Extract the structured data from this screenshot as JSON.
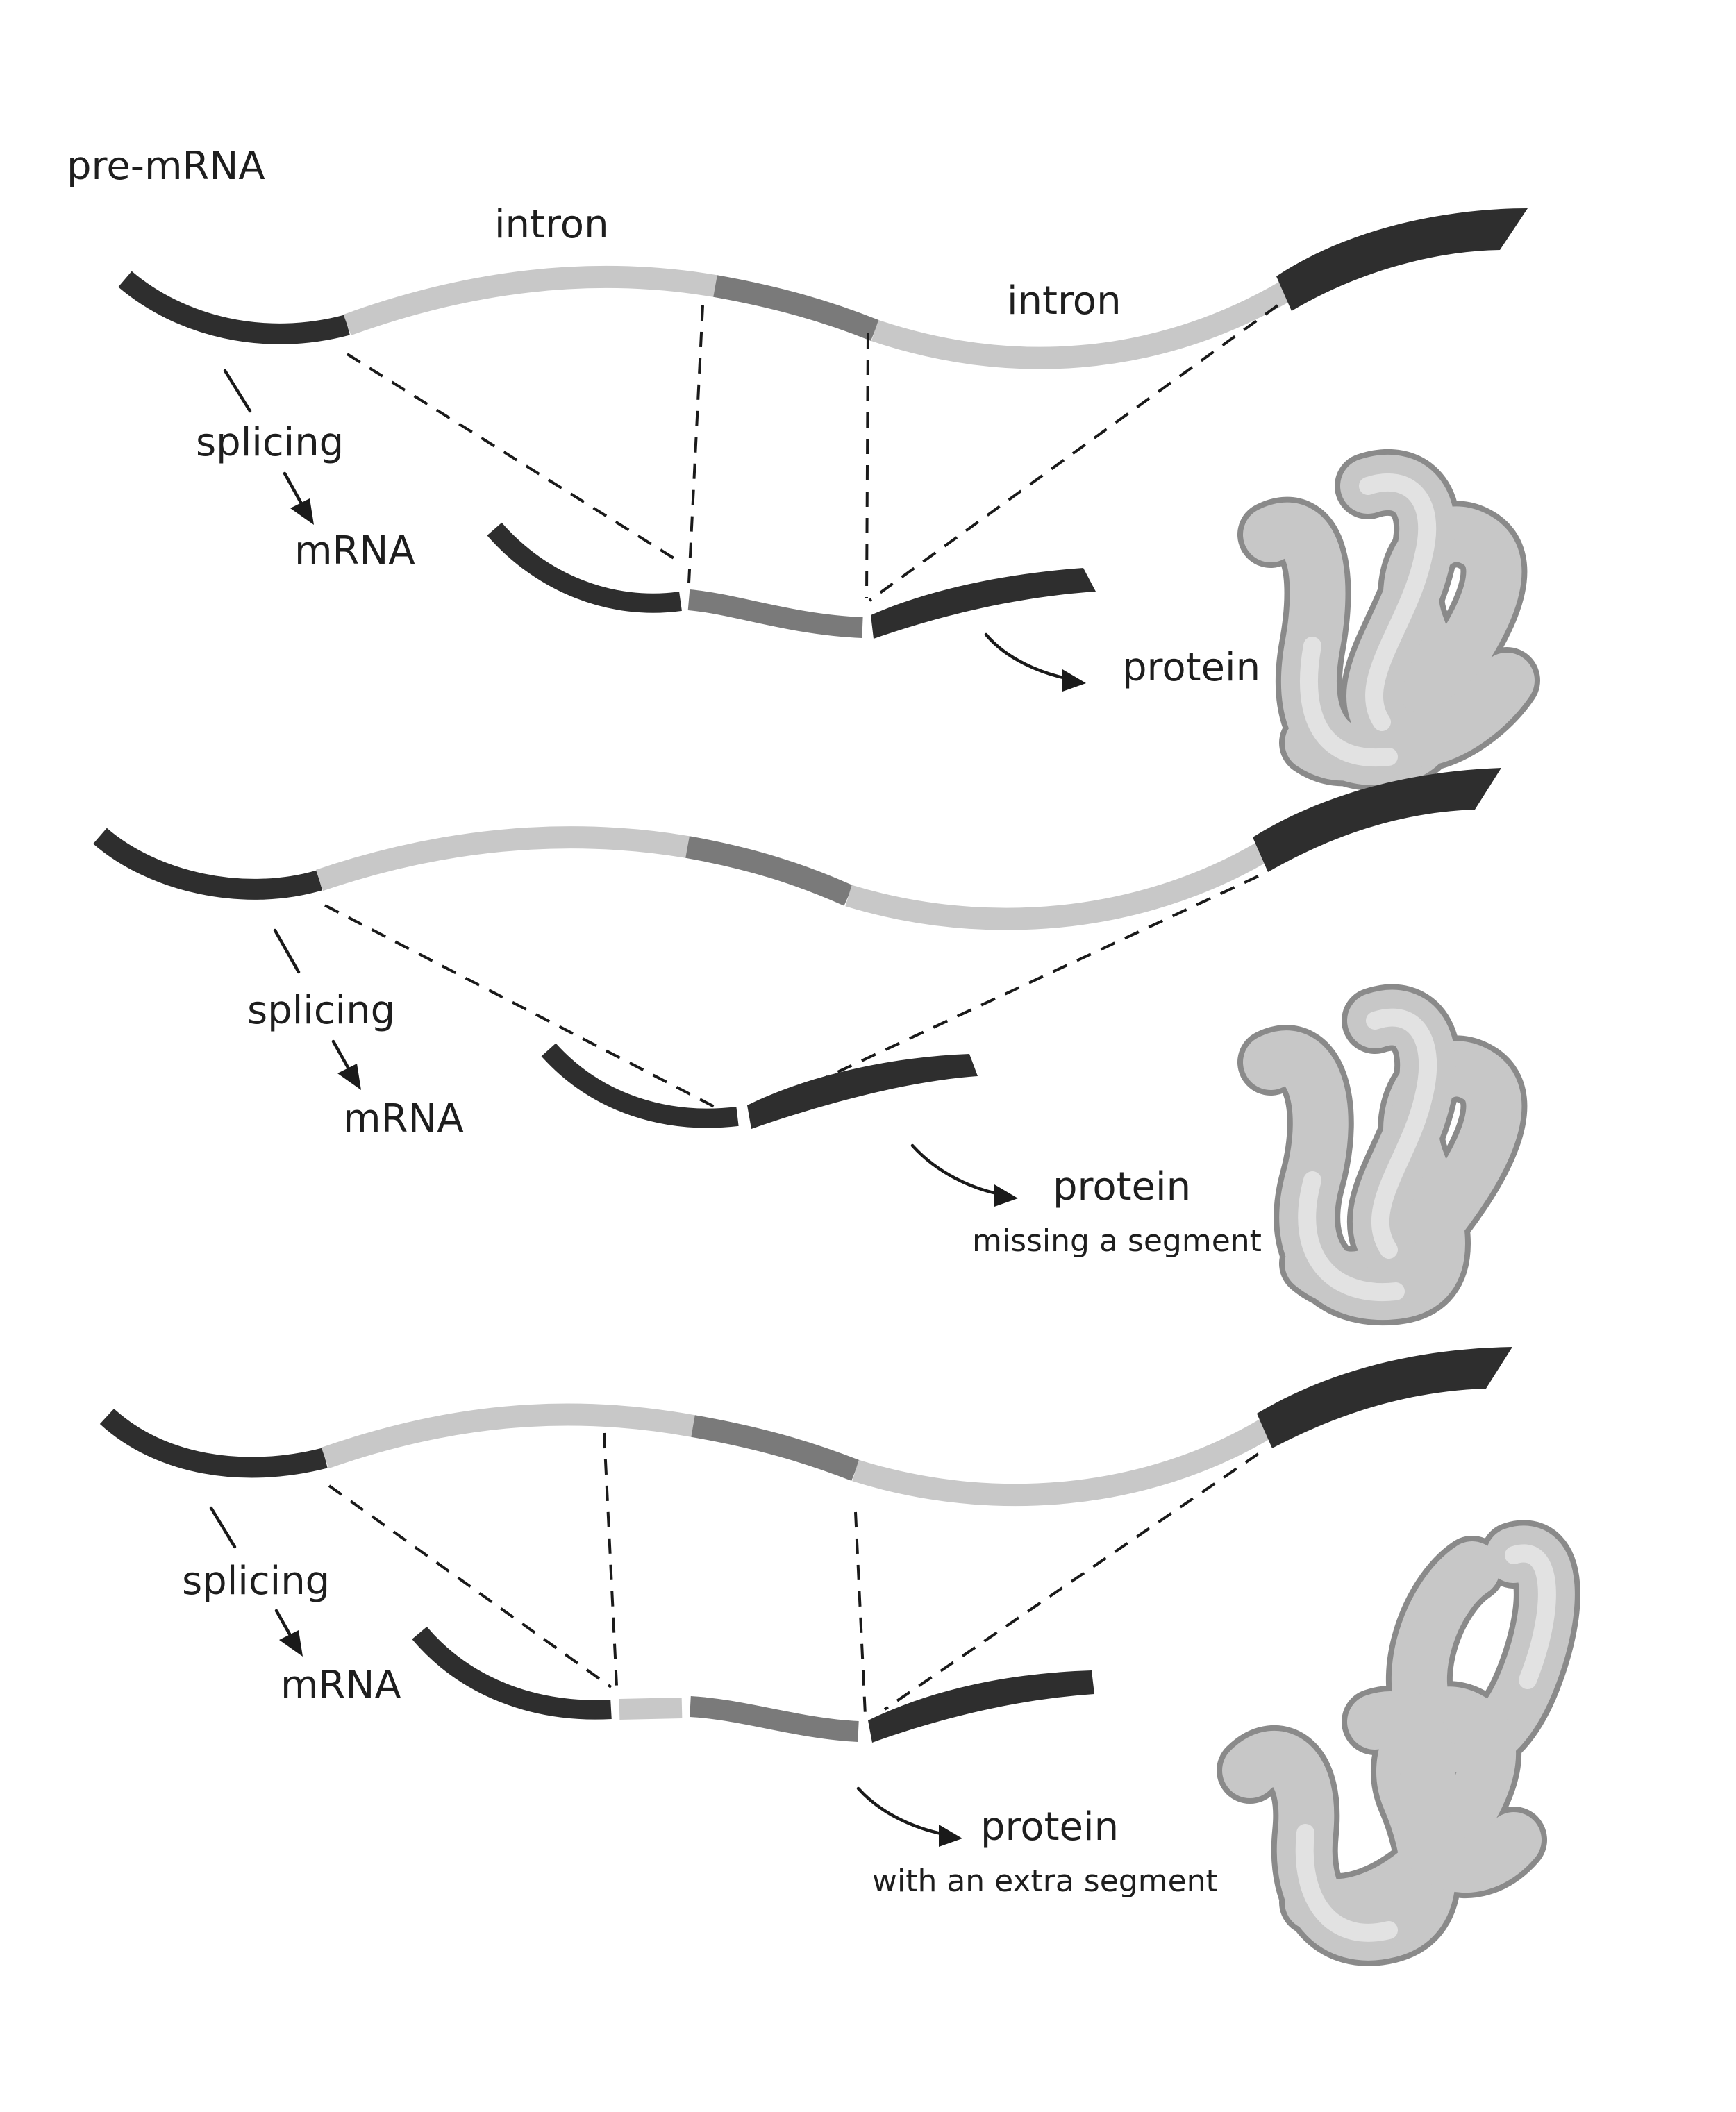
{
  "colors": {
    "exon_dark": "#2e2e2e",
    "exon_mid": "#7a7a7a",
    "intron_light": "#c8c8c8",
    "protein_fill": "#c7c7c7",
    "protein_edge": "#8a8a8a"
  },
  "icons": {
    "arrow": "curved-arrow-icon",
    "protein": "folded-protein-illustration"
  },
  "panels": [
    {
      "pre_mrna_label": "pre-mRNA",
      "intron_labels": [
        "intron",
        "intron"
      ],
      "splicing_label": "splicing",
      "mrna_label": "mRNA",
      "protein_label": "protein",
      "protein_note": ""
    },
    {
      "pre_mrna_label": "",
      "intron_labels": [],
      "splicing_label": "splicing",
      "mrna_label": "mRNA",
      "protein_label": "protein",
      "protein_note": "missing a segment"
    },
    {
      "pre_mrna_label": "",
      "intron_labels": [],
      "splicing_label": "splicing",
      "mrna_label": "mRNA",
      "protein_label": "protein",
      "protein_note": "with an extra segment"
    }
  ]
}
